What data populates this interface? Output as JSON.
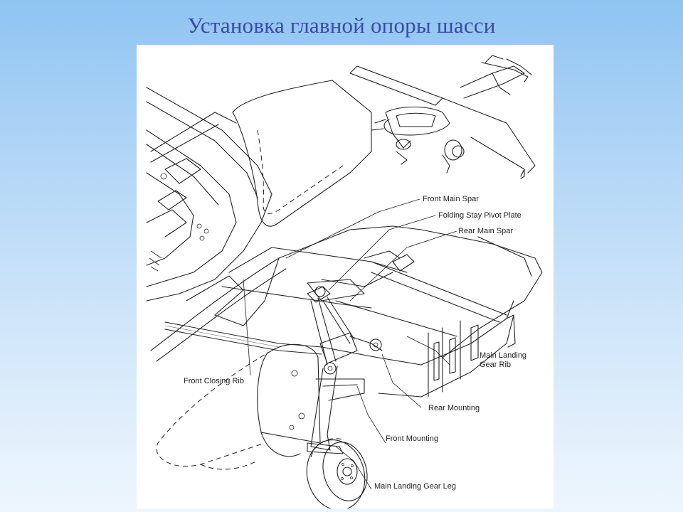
{
  "slide": {
    "title": "Установка главной опоры шасси"
  },
  "figure": {
    "callouts": {
      "front_main_spar": "Front Main Spar",
      "folding_stay_pivot_plate": "Folding Stay Pivot Plate",
      "rear_main_spar": "Rear Main Spar",
      "main_landing_gear_rib_line1": "Main Landing",
      "main_landing_gear_rib_line2": "Gear Rib",
      "rear_mounting": "Rear Mounting",
      "front_mounting": "Front Mounting",
      "main_landing_gear_leg": "Main Landing Gear Leg",
      "front_closing_rib": "Front Closing Rib"
    }
  }
}
